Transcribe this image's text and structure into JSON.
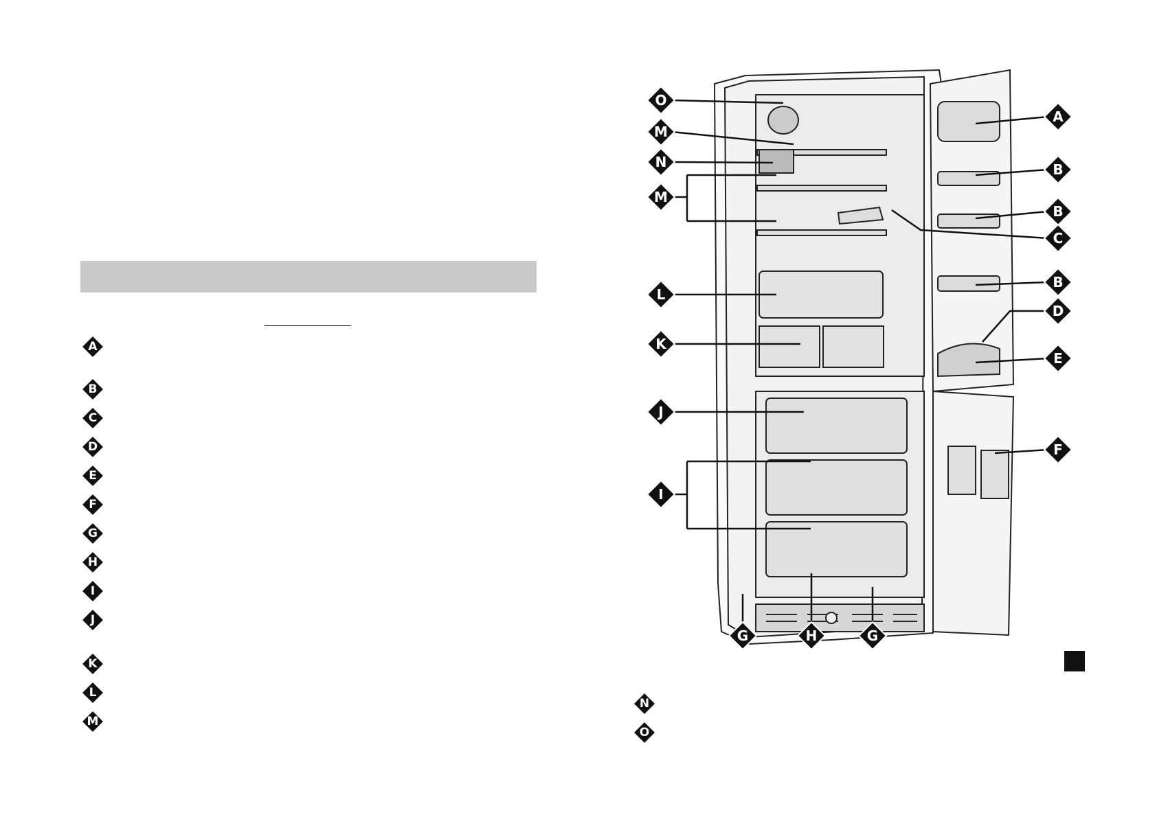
{
  "legend": {
    "left": [
      {
        "letter": "A"
      },
      {
        "letter": "B"
      },
      {
        "letter": "C"
      },
      {
        "letter": "D"
      },
      {
        "letter": "E"
      },
      {
        "letter": "F"
      },
      {
        "letter": "G"
      },
      {
        "letter": "H"
      },
      {
        "letter": "I"
      },
      {
        "letter": "J"
      },
      {
        "letter": "K"
      },
      {
        "letter": "L"
      },
      {
        "letter": "M"
      }
    ],
    "right": [
      {
        "letter": "N"
      },
      {
        "letter": "O"
      }
    ]
  },
  "diagram": {
    "callouts": [
      "O",
      "M",
      "N",
      "M",
      "L",
      "K",
      "J",
      "I",
      "A",
      "B",
      "B",
      "C",
      "B",
      "D",
      "E",
      "F",
      "G",
      "H",
      "G"
    ]
  },
  "colors": {
    "header_bar": "#c9c9ca",
    "badge_fill": "#111111",
    "badge_text": "#ffffff"
  }
}
